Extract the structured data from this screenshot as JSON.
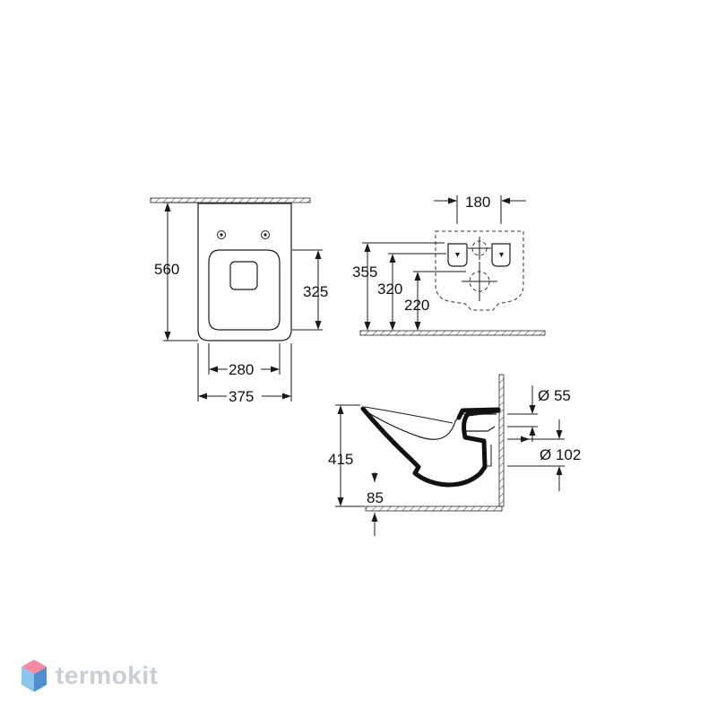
{
  "front_view": {
    "height_total": "560",
    "seat_height": "325",
    "inner_width": "280",
    "outer_width": "375"
  },
  "back_view": {
    "mount_spacing": "180",
    "height_a": "355",
    "height_b": "320",
    "height_c": "220"
  },
  "side_view": {
    "height": "415",
    "offset": "85",
    "diameter_small": "Ø 55",
    "diameter_large": "Ø 102"
  },
  "watermark": {
    "brand": "termokit",
    "colors": {
      "top": "#f48ba0",
      "left": "#8bc6ef",
      "right": "#4f8fd1",
      "text": "#c9ced3"
    }
  }
}
